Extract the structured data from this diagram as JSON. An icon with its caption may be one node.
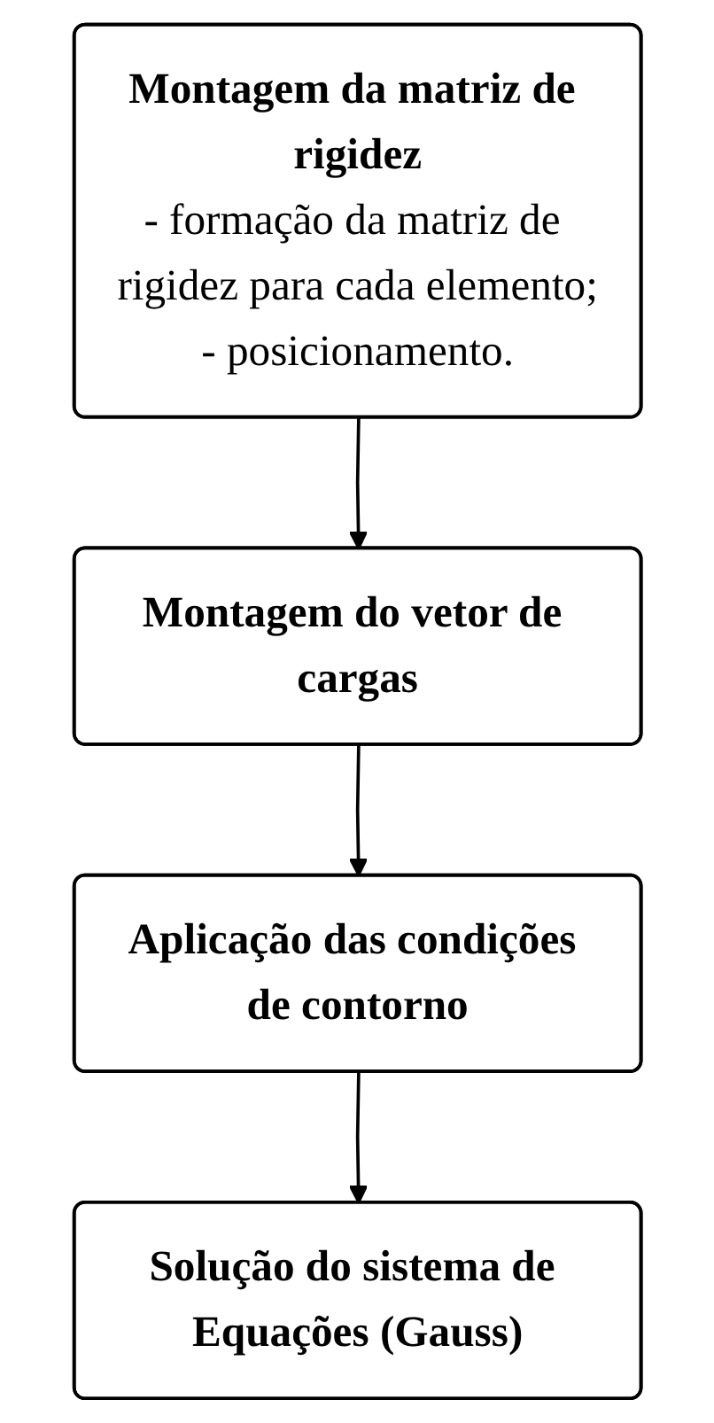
{
  "diagram": {
    "nodes": [
      {
        "text": [
          "Montagem da matriz de rigidez",
          "- formação da matriz de rigidez para cada elemento;",
          "- posicionamento."
        ]
      },
      {
        "text": [
          "Montagem do vetor de cargas"
        ]
      },
      {
        "text": [
          "Aplicação das condições de contorno"
        ]
      },
      {
        "text": [
          "Solução do sistema de Equações (Gauss)"
        ]
      }
    ],
    "edges": [
      {
        "from": 0,
        "to": 1,
        "arrow": "to"
      },
      {
        "from": 1,
        "to": 2,
        "arrow": "to"
      },
      {
        "from": 2,
        "to": 3,
        "arrow": "to"
      }
    ]
  }
}
